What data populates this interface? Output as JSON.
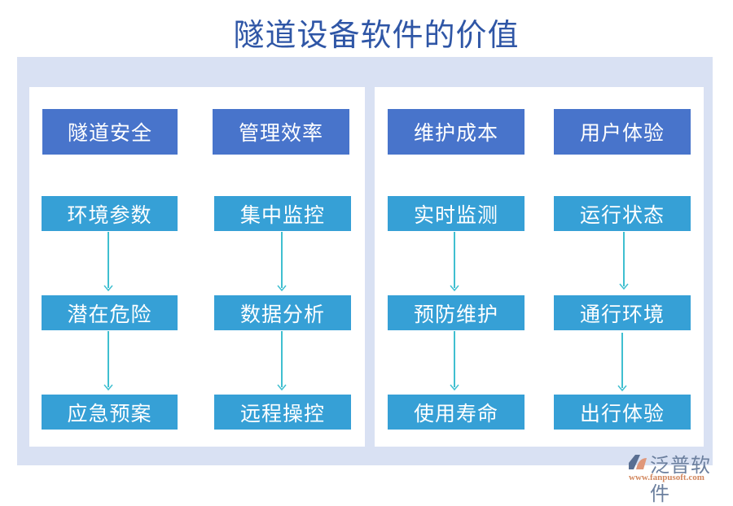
{
  "title": "隧道设备软件的价值",
  "colors": {
    "title": "#2f56a6",
    "frame_bg": "#d9e1f3",
    "panel_bg": "#ffffff",
    "header_box": "#4874cb",
    "item_box": "#36a0d6",
    "arrow": "#3fbfd0"
  },
  "columns": [
    {
      "header": "隧道安全",
      "items": [
        "环境参数",
        "潜在危险",
        "应急预案"
      ]
    },
    {
      "header": "管理效率",
      "items": [
        "集中监控",
        "数据分析",
        "远程操控"
      ]
    },
    {
      "header": "维护成本",
      "items": [
        "实时监测",
        "预防维护",
        "使用寿命"
      ]
    },
    {
      "header": "用户体验",
      "items": [
        "运行状态",
        "通行环境",
        "出行体验"
      ]
    }
  ],
  "logo": {
    "name": "泛普软件",
    "url": "www.fanpusoft.com"
  }
}
